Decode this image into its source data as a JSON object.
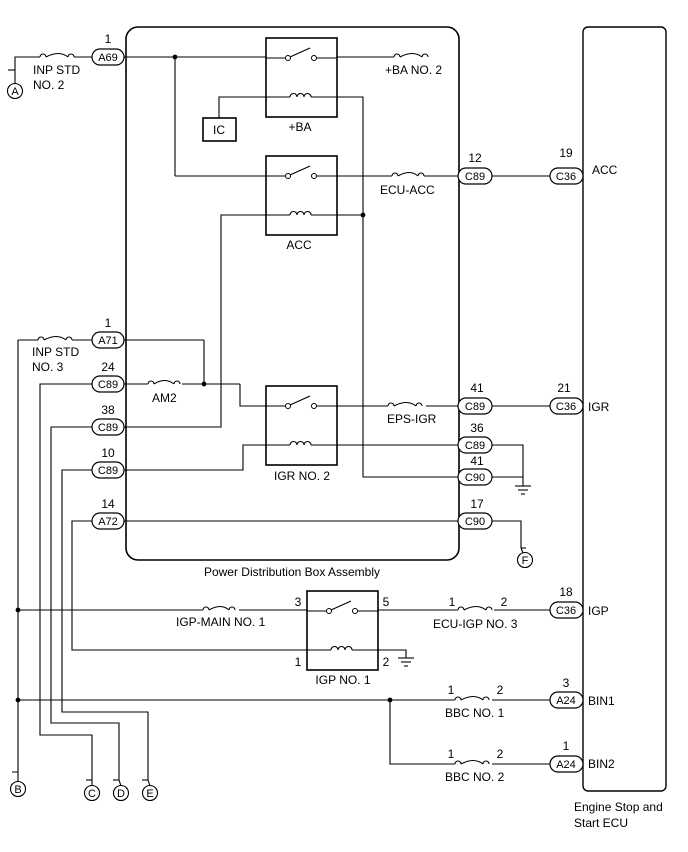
{
  "assembly": {
    "name": "Power Distribution Box Assembly"
  },
  "ecu": {
    "name_line1": "Engine Stop and",
    "name_line2": "Start ECU"
  },
  "relays": {
    "ba": "+BA",
    "acc": "ACC",
    "igr2": "IGR NO. 2",
    "igp1": "IGP NO. 1"
  },
  "ic": "IC",
  "fuses": {
    "inp_std2_l1": "INP STD",
    "inp_std2_l2": "NO. 2",
    "inp_std3_l1": "INP STD",
    "inp_std3_l2": "NO. 3",
    "ba_no2": "+BA NO. 2",
    "ecu_acc": "ECU-ACC",
    "am2": "AM2",
    "eps_igr": "EPS-IGR",
    "igp_main1": "IGP-MAIN NO. 1",
    "ecu_igp3": "ECU-IGP NO. 3",
    "bbc1": "BBC NO. 1",
    "bbc2": "BBC NO. 2"
  },
  "connectors": [
    {
      "id": "a69",
      "label": "A69",
      "pin": "1"
    },
    {
      "id": "a71",
      "label": "A71",
      "pin": "1"
    },
    {
      "id": "c89-24",
      "label": "C89",
      "pin": "24"
    },
    {
      "id": "c89-38",
      "label": "C89",
      "pin": "38"
    },
    {
      "id": "c89-10",
      "label": "C89",
      "pin": "10"
    },
    {
      "id": "a72",
      "label": "A72",
      "pin": "14"
    },
    {
      "id": "c89-12",
      "label": "C89",
      "pin": "12"
    },
    {
      "id": "c36-19",
      "label": "C36",
      "pin": "19"
    },
    {
      "id": "c89-41",
      "label": "C89",
      "pin": "41"
    },
    {
      "id": "c36-21",
      "label": "C36",
      "pin": "21"
    },
    {
      "id": "c89-36",
      "label": "C89",
      "pin": "36"
    },
    {
      "id": "c90-41",
      "label": "C90",
      "pin": "41"
    },
    {
      "id": "c90-17",
      "label": "C90",
      "pin": "17"
    },
    {
      "id": "c36-18",
      "label": "C36",
      "pin": "18"
    },
    {
      "id": "a24-3",
      "label": "A24",
      "pin": "3"
    },
    {
      "id": "a24-1",
      "label": "A24",
      "pin": "1"
    }
  ],
  "signals": {
    "acc": "ACC",
    "igr": "IGR",
    "igp": "IGP",
    "bin1": "BIN1",
    "bin2": "BIN2"
  },
  "igp_relay_pins": {
    "p3": "3",
    "p5": "5",
    "p1": "1",
    "p2": "2"
  },
  "fuse_pins": {
    "one": "1",
    "two": "2"
  },
  "terminals": {
    "a": "A",
    "b": "B",
    "c": "C",
    "d": "D",
    "e": "E",
    "f": "F"
  }
}
